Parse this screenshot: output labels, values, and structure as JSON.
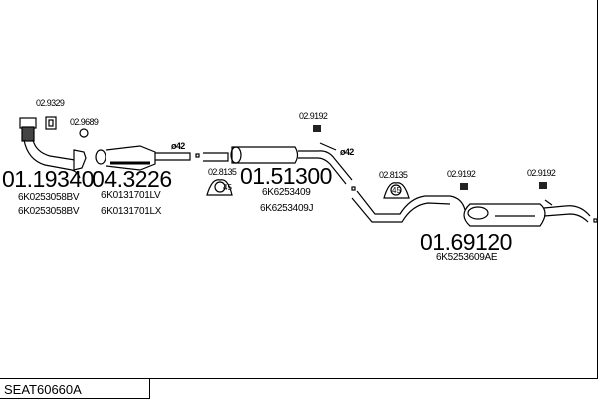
{
  "diagram_code": "SEAT60660A",
  "parts": [
    {
      "number": "01.19340",
      "refs": [
        "6K0253058BV",
        "6K0253058BV"
      ]
    },
    {
      "number": "04.3226",
      "refs": [
        "6K0131701LV",
        "6K0131701LX"
      ]
    },
    {
      "number": "01.51300",
      "refs": [
        "6K6253409",
        "6K6253409J"
      ]
    },
    {
      "number": "01.69120",
      "refs": [
        "6K5253609AE"
      ]
    }
  ],
  "accessories": [
    "02.9329",
    "02.9689",
    "02.8135",
    "02.9192",
    "02.8135",
    "02.9192",
    "02.9192"
  ],
  "diameters": [
    "ø42",
    "ø42"
  ],
  "clamp_label": "45"
}
